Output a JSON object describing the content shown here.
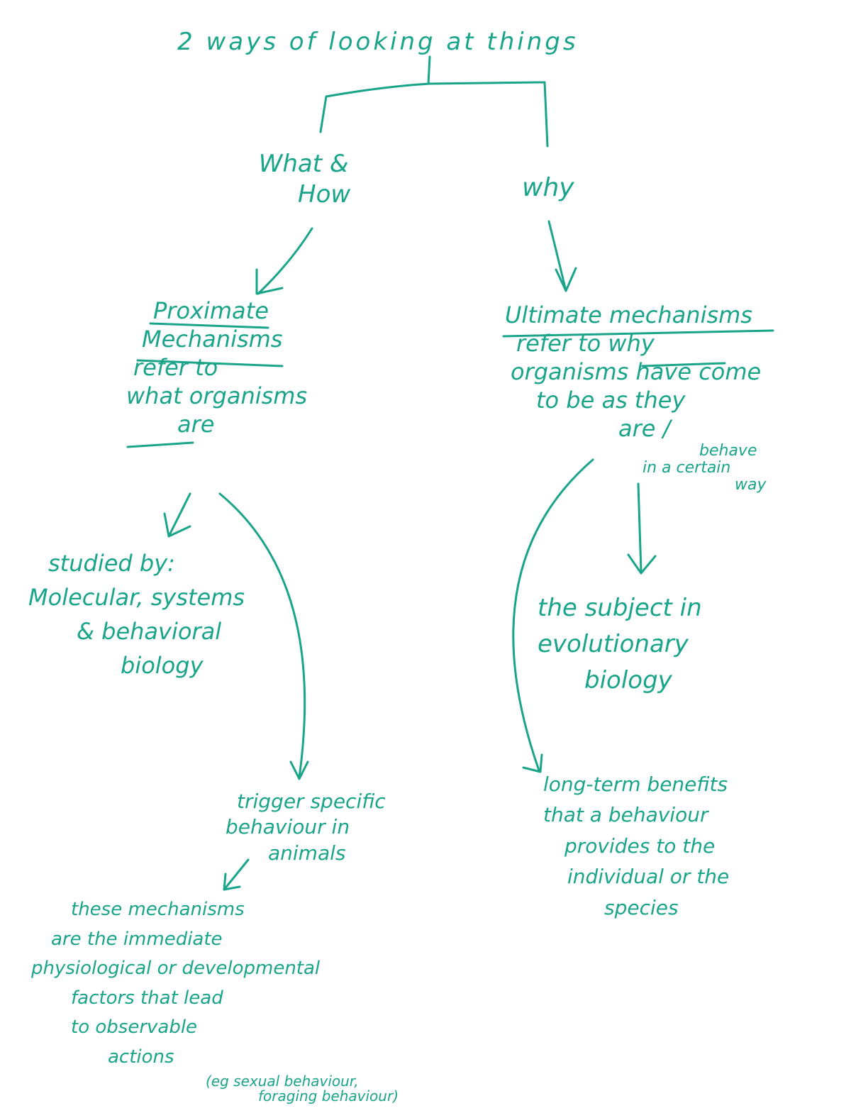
{
  "ink_color": "#1aa58a",
  "title": "2 ways of looking at things",
  "branches": {
    "left": {
      "label": [
        "What &",
        "How"
      ],
      "heading": [
        "Proximate",
        "Mechanisms"
      ],
      "text": [
        "refer to",
        "what organisms",
        "are"
      ],
      "studied_by": [
        "studied by:",
        "Molecular, systems",
        "& behavioral",
        "biology"
      ],
      "trigger": [
        "trigger specific",
        "behaviour in",
        "animals"
      ],
      "mechanisms": [
        "these mechanisms",
        "are the immediate",
        "physiological or developmental",
        "factors that lead",
        "to observable",
        "actions"
      ],
      "example": [
        "(eg sexual behaviour,",
        "foraging behaviour)"
      ]
    },
    "right": {
      "label": "why",
      "heading": "Ultimate mechanisms",
      "text": [
        "refer to why",
        "organisms have come",
        "to be as they",
        "are /"
      ],
      "aside": [
        "behave",
        "in a certain",
        "way"
      ],
      "subject": [
        "the subject in",
        "evolutionary",
        "biology"
      ],
      "benefits": [
        "long-term benefits",
        "that a behaviour",
        "provides to the",
        "individual or the",
        "species"
      ]
    }
  }
}
